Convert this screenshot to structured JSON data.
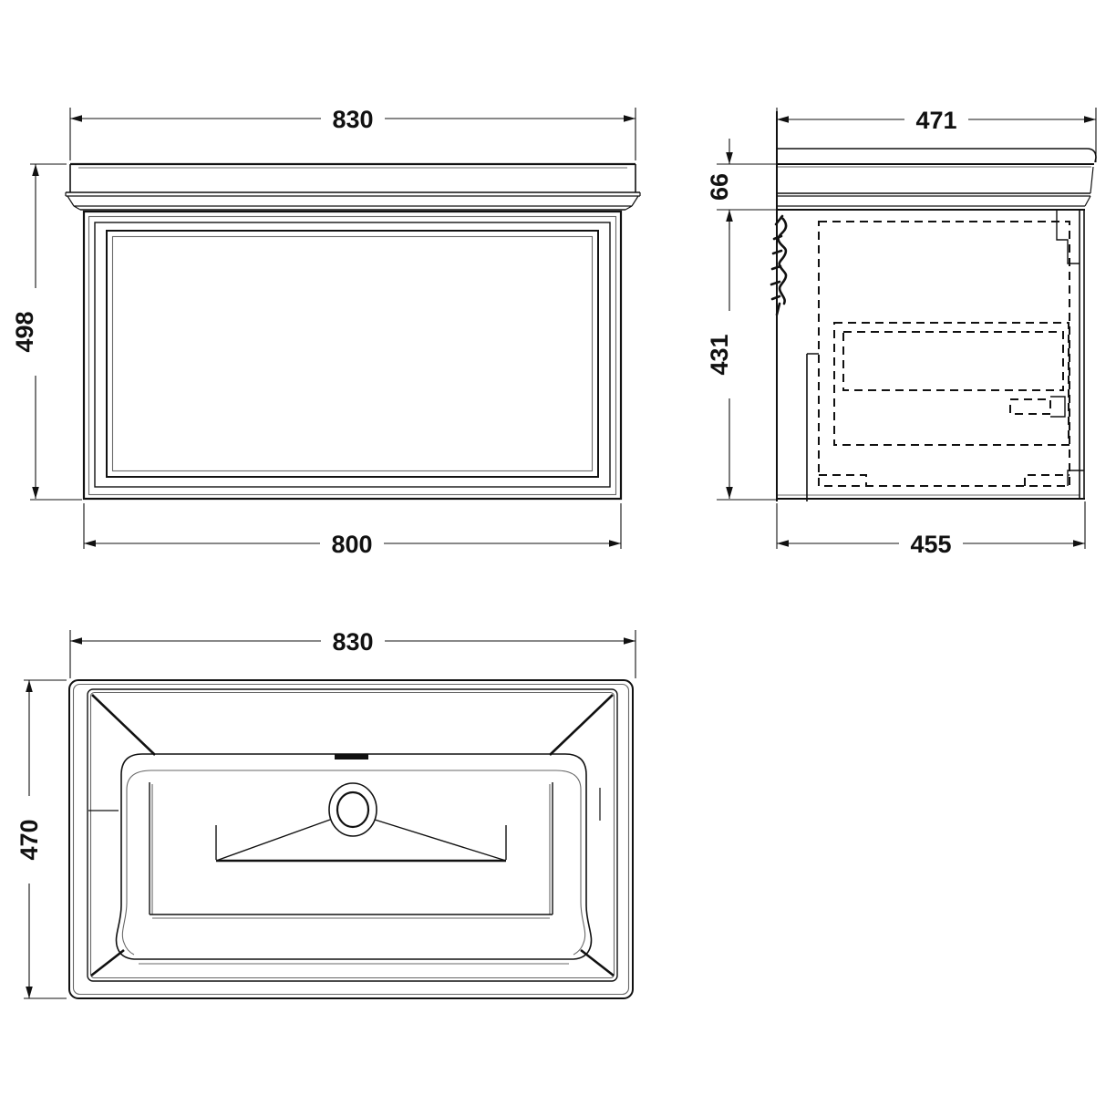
{
  "drawing": {
    "background": "#ffffff",
    "line_color": "#111111",
    "hidden_line_style": "dashed",
    "views": {
      "front_elevation": {
        "dims": {
          "overall_width": "830",
          "overall_height": "498",
          "cabinet_width": "800"
        }
      },
      "side_elevation": {
        "dims": {
          "overall_depth": "471",
          "worktop_height": "66",
          "cabinet_height": "431",
          "cabinet_depth": "455"
        }
      },
      "plan_view": {
        "dims": {
          "overall_width": "830",
          "overall_depth": "470"
        }
      }
    }
  }
}
